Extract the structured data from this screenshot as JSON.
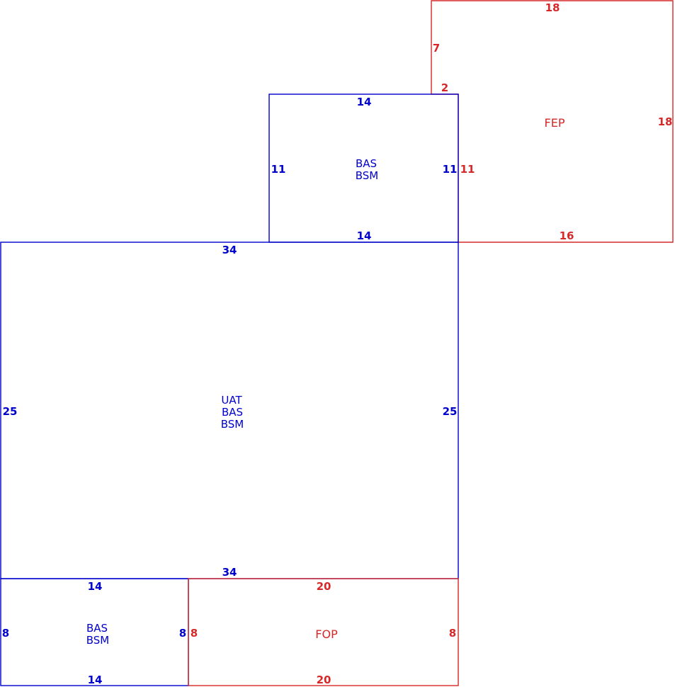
{
  "colors": {
    "blue": "#0000cc",
    "red": "#d62828",
    "background": "#ffffff"
  },
  "rooms": [
    {
      "id": "fep",
      "color": "red",
      "labels": [
        "FEP"
      ],
      "dims": {
        "top": "18",
        "right": "18",
        "left_upper": "7",
        "notch": "2",
        "left_lower": "11",
        "bottom": "16"
      }
    },
    {
      "id": "upper",
      "color": "blue",
      "labels": [
        "BAS",
        "BSM"
      ],
      "dims": {
        "top": "14",
        "bottom": "14",
        "left": "11",
        "right": "11"
      }
    },
    {
      "id": "main",
      "color": "blue",
      "labels": [
        "UAT",
        "BAS",
        "BSM"
      ],
      "dims": {
        "top": "34",
        "bottom": "34",
        "left": "25",
        "right": "25"
      }
    },
    {
      "id": "lower-left",
      "color": "blue",
      "labels": [
        "BAS",
        "BSM"
      ],
      "dims": {
        "top": "14",
        "bottom": "14",
        "left": "8",
        "right": "8"
      }
    },
    {
      "id": "fop",
      "color": "red",
      "labels": [
        "FOP"
      ],
      "dims": {
        "top": "20",
        "bottom": "20",
        "left": "8",
        "right": "8"
      }
    }
  ]
}
